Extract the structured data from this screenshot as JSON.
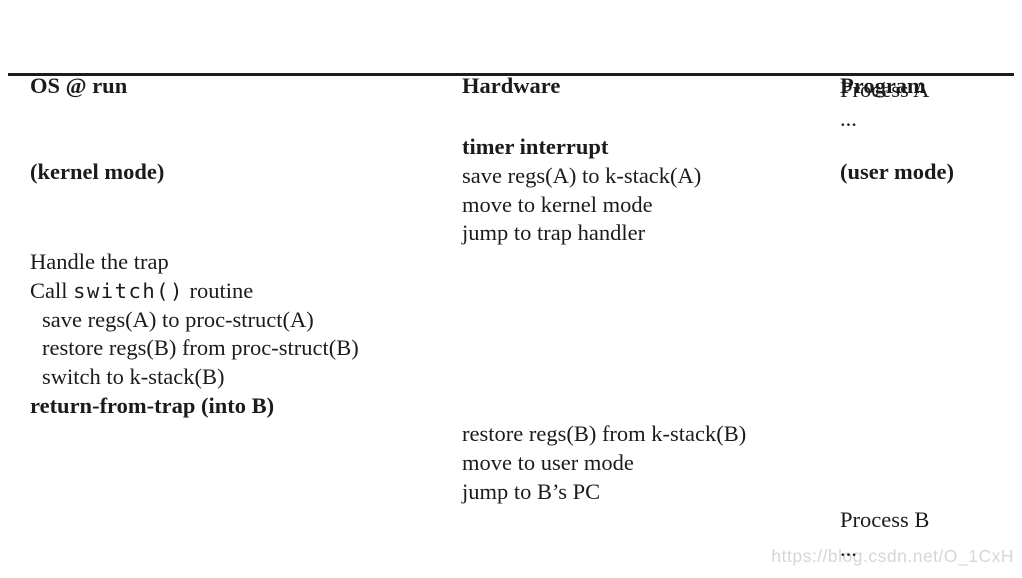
{
  "table": {
    "columns": {
      "os": {
        "title_line1": "OS @ run",
        "title_line2": "(kernel mode)"
      },
      "hardware": {
        "title": "Hardware"
      },
      "program": {
        "title_line1": "Program",
        "title_line2": "(user mode)"
      }
    },
    "rows": [
      {
        "column": "program",
        "text": "Process A"
      },
      {
        "column": "program",
        "text": "..."
      },
      {
        "column": "hardware",
        "text": "timer interrupt",
        "bold": true
      },
      {
        "column": "hardware",
        "text": "save regs(A) to k-stack(A)"
      },
      {
        "column": "hardware",
        "text": "move to kernel mode"
      },
      {
        "column": "hardware",
        "text": "jump to trap handler"
      },
      {
        "column": "os",
        "text": "Handle the trap"
      },
      {
        "column": "os",
        "prefix": "Call ",
        "code": "switch()",
        "suffix": " routine"
      },
      {
        "column": "os",
        "text": "save regs(A) to proc-struct(A)",
        "indent": true
      },
      {
        "column": "os",
        "text": "restore regs(B) from proc-struct(B)",
        "indent": true
      },
      {
        "column": "os",
        "text": "switch to k-stack(B)",
        "indent": true
      },
      {
        "column": "os",
        "text": "return-from-trap (into B)",
        "bold": true
      },
      {
        "column": "hardware",
        "text": "restore regs(B) from k-stack(B)"
      },
      {
        "column": "hardware",
        "text": "move to user mode"
      },
      {
        "column": "hardware",
        "text": "jump to B’s PC"
      },
      {
        "column": "program",
        "text": "Process B"
      },
      {
        "column": "program",
        "text": "..."
      }
    ]
  },
  "watermark": {
    "text": "https://blog.csdn.net/O_1CxH"
  }
}
